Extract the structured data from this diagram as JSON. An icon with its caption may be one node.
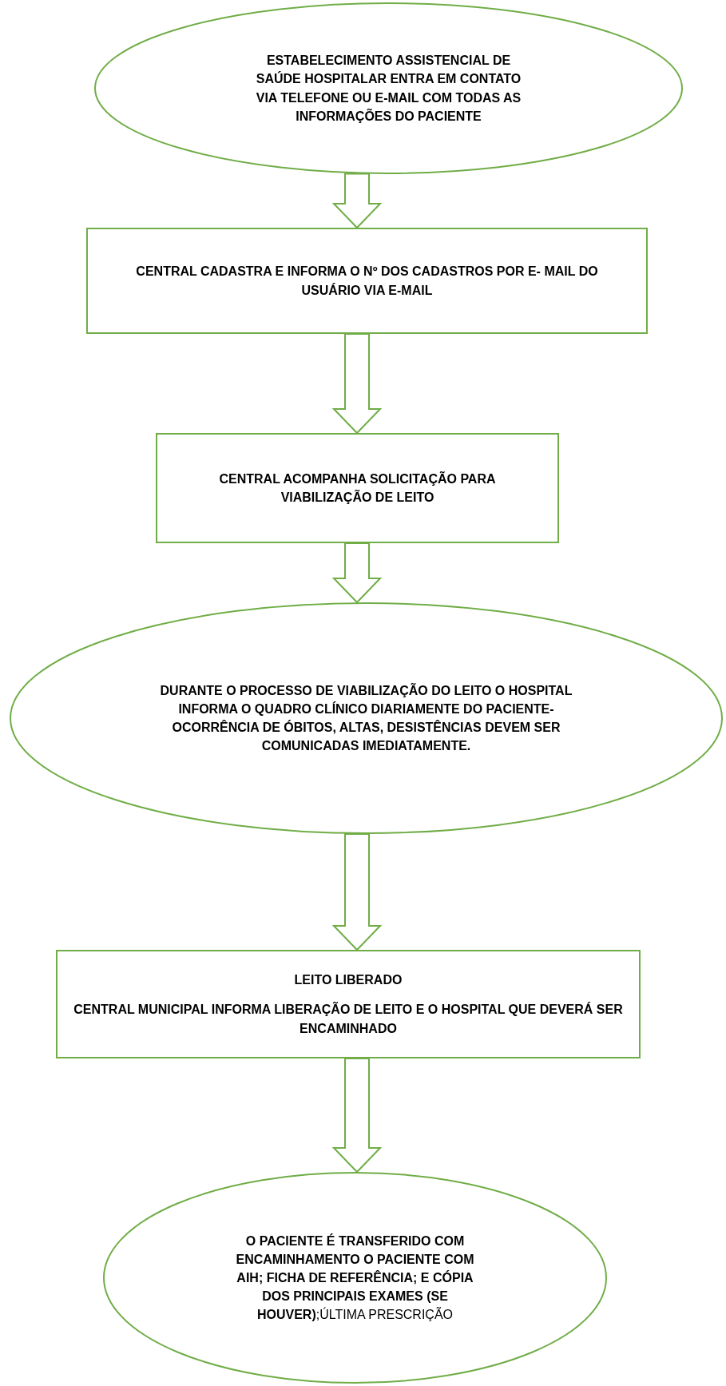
{
  "diagram": {
    "nodes": [
      {
        "text": [
          "ESTABELECIMENTO ASSISTENCIAL DE SAÚDE HOSPITALAR ENTRA EM CONTATO VIA TELEFONE OU E-MAIL COM TODAS AS INFORMAÇÕES DO PACIENTE"
        ]
      },
      {
        "text": [
          "CENTRAL CADASTRA E INFORMA O Nº DOS CADASTROS POR E- MAIL DO USUÁRIO VIA E-MAIL"
        ]
      },
      {
        "text": [
          "CENTRAL ACOMPANHA SOLICITAÇÃO PARA VIABILIZAÇÃO DE LEITO"
        ]
      },
      {
        "text": [
          "DURANTE O PROCESSO DE VIABILIZAÇÃO DO LEITO O HOSPITAL INFORMA O QUADRO CLÍNICO DIARIAMENTE DO PACIENTE- OCORRÊNCIA DE ÓBITOS, ALTAS, DESISTÊNCIAS DEVEM SER COMUNICADAS IMEDIATAMENTE."
        ]
      },
      {
        "text": [
          "LEITO LIBERADO",
          "CENTRAL MUNICIPAL INFORMA LIBERAÇÃO DE LEITO E O HOSPITAL QUE DEVERÁ SER ENCAMINHADO"
        ]
      },
      {
        "text": [
          "**O PACIENTE É TRANSFERIDO COM ENCAMINHAMENTO O PACIENTE COM AIH; FICHA DE REFERÊNCIA; E CÓPIA DOS PRINCIPAIS EXAMES (SE HOUVER)**;ÚLTIMA PRESCRIÇÃO"
        ]
      }
    ],
    "edges": [
      {
        "from": 0,
        "to": 1,
        "arrow": "to"
      },
      {
        "from": 1,
        "to": 2,
        "arrow": "to"
      },
      {
        "from": 2,
        "to": 3,
        "arrow": "to"
      },
      {
        "from": 3,
        "to": 4,
        "arrow": "to"
      },
      {
        "from": 4,
        "to": 5,
        "arrow": "to"
      }
    ]
  }
}
